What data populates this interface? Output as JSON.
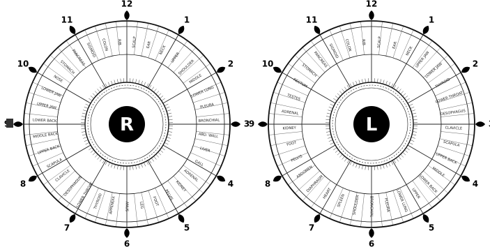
{
  "clock_numbers": [
    "1",
    "2",
    "3",
    "4",
    "5",
    "6",
    "7",
    "8",
    "9",
    "10",
    "11",
    "12"
  ],
  "charts": {
    "right": {
      "center_letter": "R",
      "labels": [
        "SCALP",
        "EAR",
        "NECK",
        "UPPER",
        "SHOULDER",
        "MIDDLE",
        "LOWER LUNG",
        "PLEURA",
        "BRONCHIAL",
        "ABD. WALL",
        "LIVER",
        "GALL",
        "ADRENAL",
        "KIDNEY",
        "PELVIS",
        "FOOT",
        "LEG",
        "ANUS",
        "APPENDIX",
        "THYROID",
        "LOWER THROAT",
        "OESOPHAGUS",
        "CLAVICLE",
        "SCAPULA",
        "UPPER BACK",
        "MIDDLE BACK",
        "LOWER BACK",
        "UPPER JAW",
        "LOWER JAW",
        "NOSE",
        "STOMACH",
        "PANCREAS",
        "SIGMOID",
        "COLON",
        "RIB"
      ]
    },
    "left": {
      "center_letter": "L",
      "labels": [
        "SCALP",
        "EAR",
        "NECK",
        "UPPER JAW",
        "LOWER JAW",
        "THYROID",
        "LOWER THROAT",
        "OESOPHAGUS",
        "CLAVICLE",
        "SCAPULA",
        "UPPER BACK",
        "MIDDLE",
        "LOWER BACK",
        "UPPER",
        "LOWER LUNG",
        "PLEURA",
        "BRONCHIAL",
        "SHOULDER",
        "SPLEEN",
        "HEART",
        "DIAPHRAGM",
        "ABDOMEN",
        "PELVIS",
        "FOOT",
        "KIDNEY",
        "ADRENAL",
        "TESTES",
        "RECTUM",
        "STOMACH",
        "PANCREAS",
        "SIGMOID",
        "COLON",
        "RIB"
      ]
    }
  }
}
